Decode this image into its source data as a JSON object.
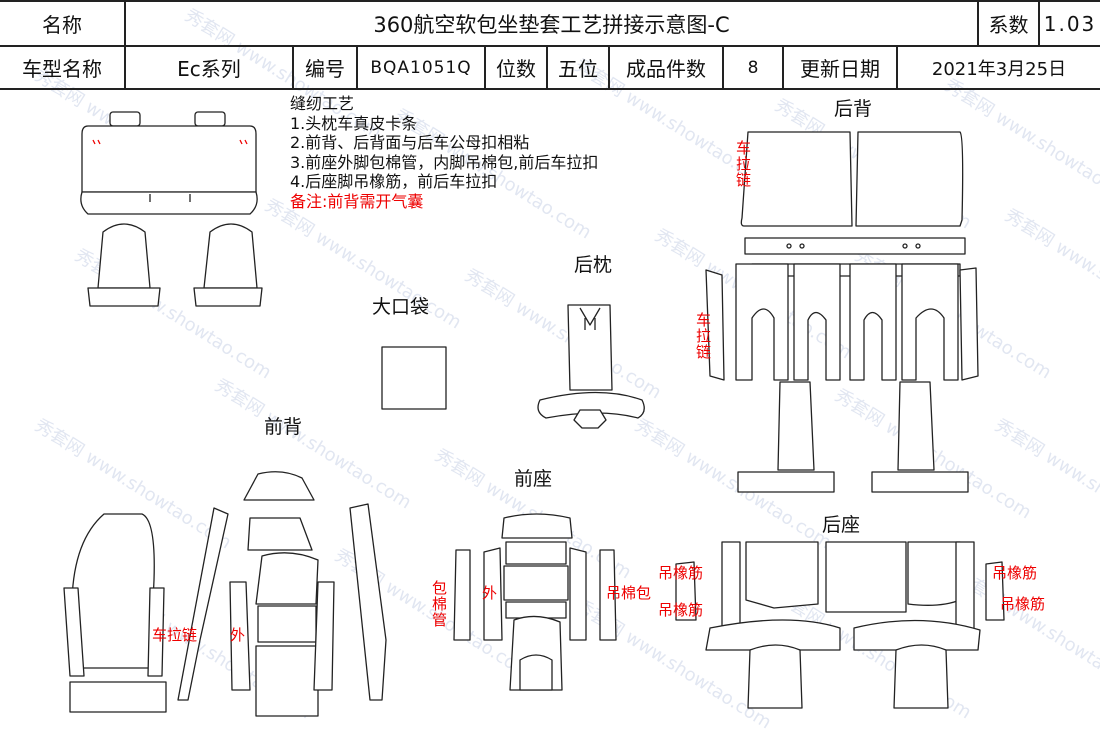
{
  "header": {
    "name_label": "名称",
    "title": "360航空软包坐垫套工艺拼接示意图-C",
    "coef_label": "系数",
    "coef_value": "1.03"
  },
  "info": {
    "model_label": "车型名称",
    "model_value": "Ec系列",
    "code_label": "编号",
    "code_value": "BQA1051Q",
    "seats_label": "位数",
    "seats_value": "五位",
    "pieces_label": "成品件数",
    "pieces_value": "8",
    "date_label": "更新日期",
    "date_value": "2021年3月25日"
  },
  "notes": {
    "heading": "缝纫工艺",
    "items": [
      "1.头枕车真皮卡条",
      "2.前背、后背面与后车公母扣相粘",
      "3.前座外脚包棉管，内脚吊棉包,前后车拉扣",
      "4.后座脚吊橡筋，前后车拉扣"
    ],
    "remark": "备注:前背需开气囊"
  },
  "sections": {
    "rear_back": "后背",
    "rear_headrest": "后枕",
    "big_pocket": "大口袋",
    "front_back": "前背",
    "front_seat": "前座",
    "rear_seat": "后座"
  },
  "annotations": {
    "zip_top": "车拉链",
    "zip_mid": "车拉链",
    "front_zip": "车拉链",
    "outer_a": "外",
    "cotton_tube": "包棉管",
    "outer_b": "外",
    "hang_cotton": "吊棉包",
    "elastic_1": "吊橡筋",
    "elastic_2": "吊橡筋",
    "elastic_3": "吊橡筋",
    "elastic_4": "吊橡筋"
  },
  "watermark": {
    "site_cn": "秀套网",
    "site_url": "www.showtao.com"
  },
  "colors": {
    "line": "#222222",
    "accent_red": "#e00000",
    "watermark": "#c9d2e6"
  }
}
